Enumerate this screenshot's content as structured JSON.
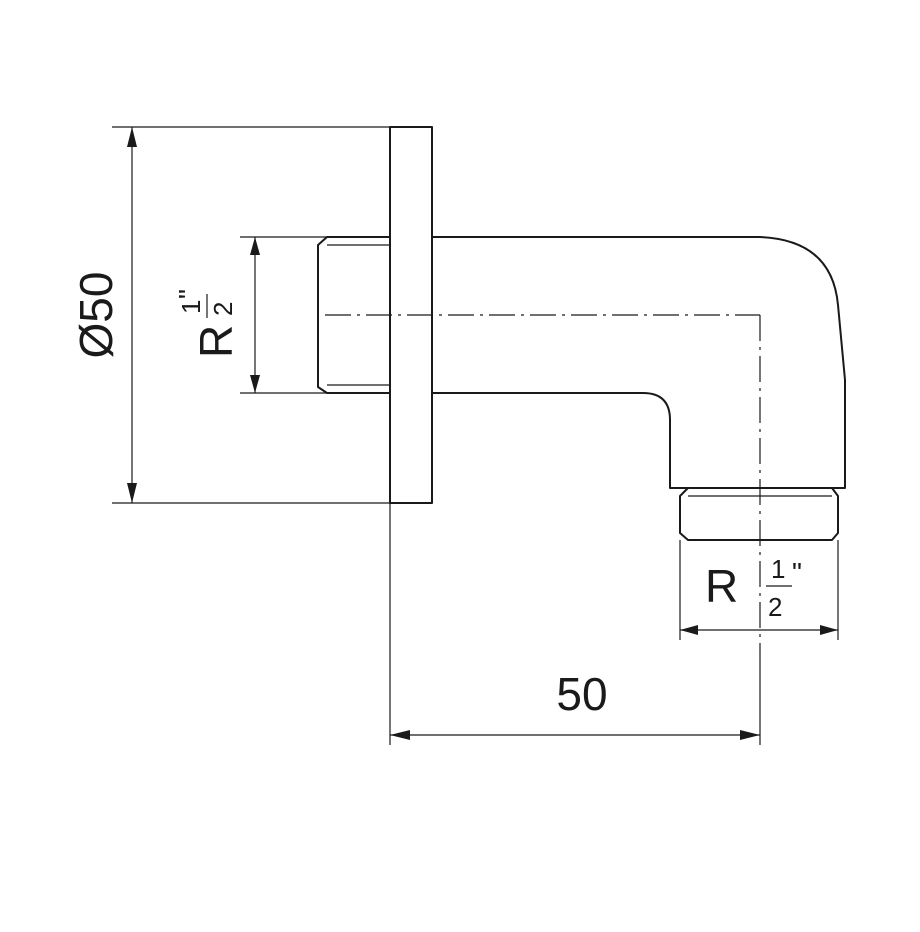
{
  "dimensions": {
    "flange_diameter": "Ø50",
    "inlet_thread": {
      "prefix": "R",
      "numerator": "1",
      "denominator": "2",
      "unit": "\""
    },
    "outlet_thread": {
      "prefix": "R",
      "numerator": "1",
      "denominator": "2",
      "unit": "\""
    },
    "projection": "50"
  }
}
